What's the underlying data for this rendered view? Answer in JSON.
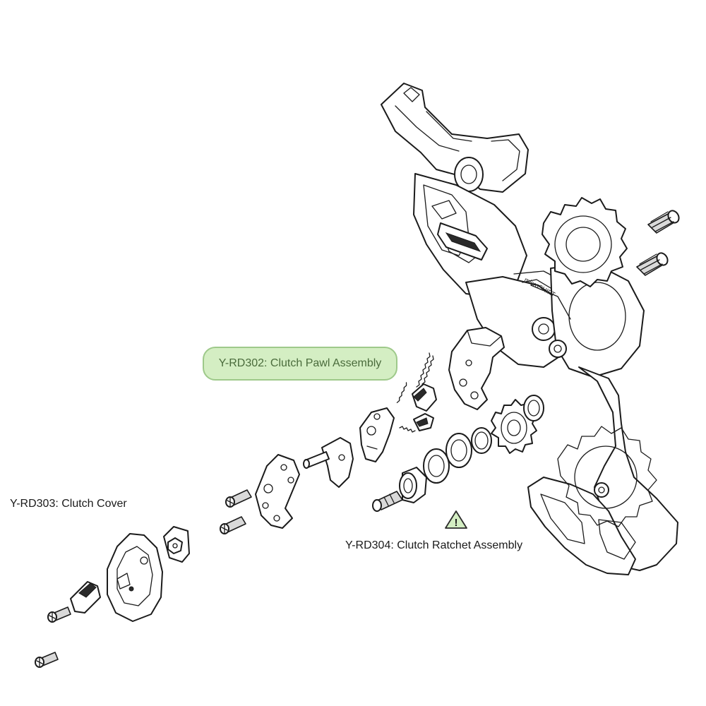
{
  "labels": {
    "clutch_cover": "Y-RD303: Clutch Cover",
    "clutch_pawl": "Y-RD302: Clutch Pawl Assembly",
    "clutch_ratchet": "Y-RD304: Clutch Ratchet Assembly",
    "warning_symbol": "!"
  },
  "colors": {
    "highlight_fill": "#d4eec3",
    "highlight_border": "#9ec98a",
    "highlight_text": "#4a6b3c",
    "line": "#1b1b1b"
  },
  "icons": [
    "warning-triangle-icon"
  ]
}
